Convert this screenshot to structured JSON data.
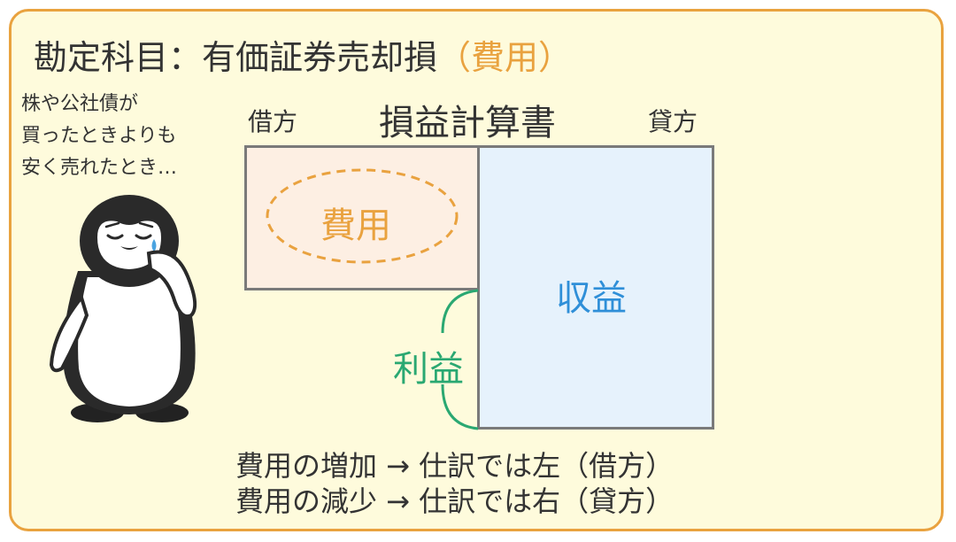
{
  "header": {
    "title_main": "勘定科目：有価証券売却損",
    "title_paren": "（費用）"
  },
  "penguin": {
    "note_lines": [
      "株や公社債が",
      "買ったときよりも",
      "安く売れたとき…"
    ]
  },
  "statement": {
    "title": "損益計算書",
    "debit_label": "借方",
    "credit_label": "貸方",
    "expense_label": "費用",
    "revenue_label": "収益",
    "profit_label": "利益"
  },
  "rules": {
    "line1": "費用の増加 → 仕訳では左（借方）",
    "line2": "費用の減少 → 仕訳では右（貸方）"
  },
  "colors": {
    "border_orange": "#e9a23f",
    "background": "#fefbdc",
    "expense_fill": "#fdefe3",
    "revenue_fill": "#e6f2fc",
    "revenue_text": "#2f8fd8",
    "profit_green": "#2aa872"
  }
}
